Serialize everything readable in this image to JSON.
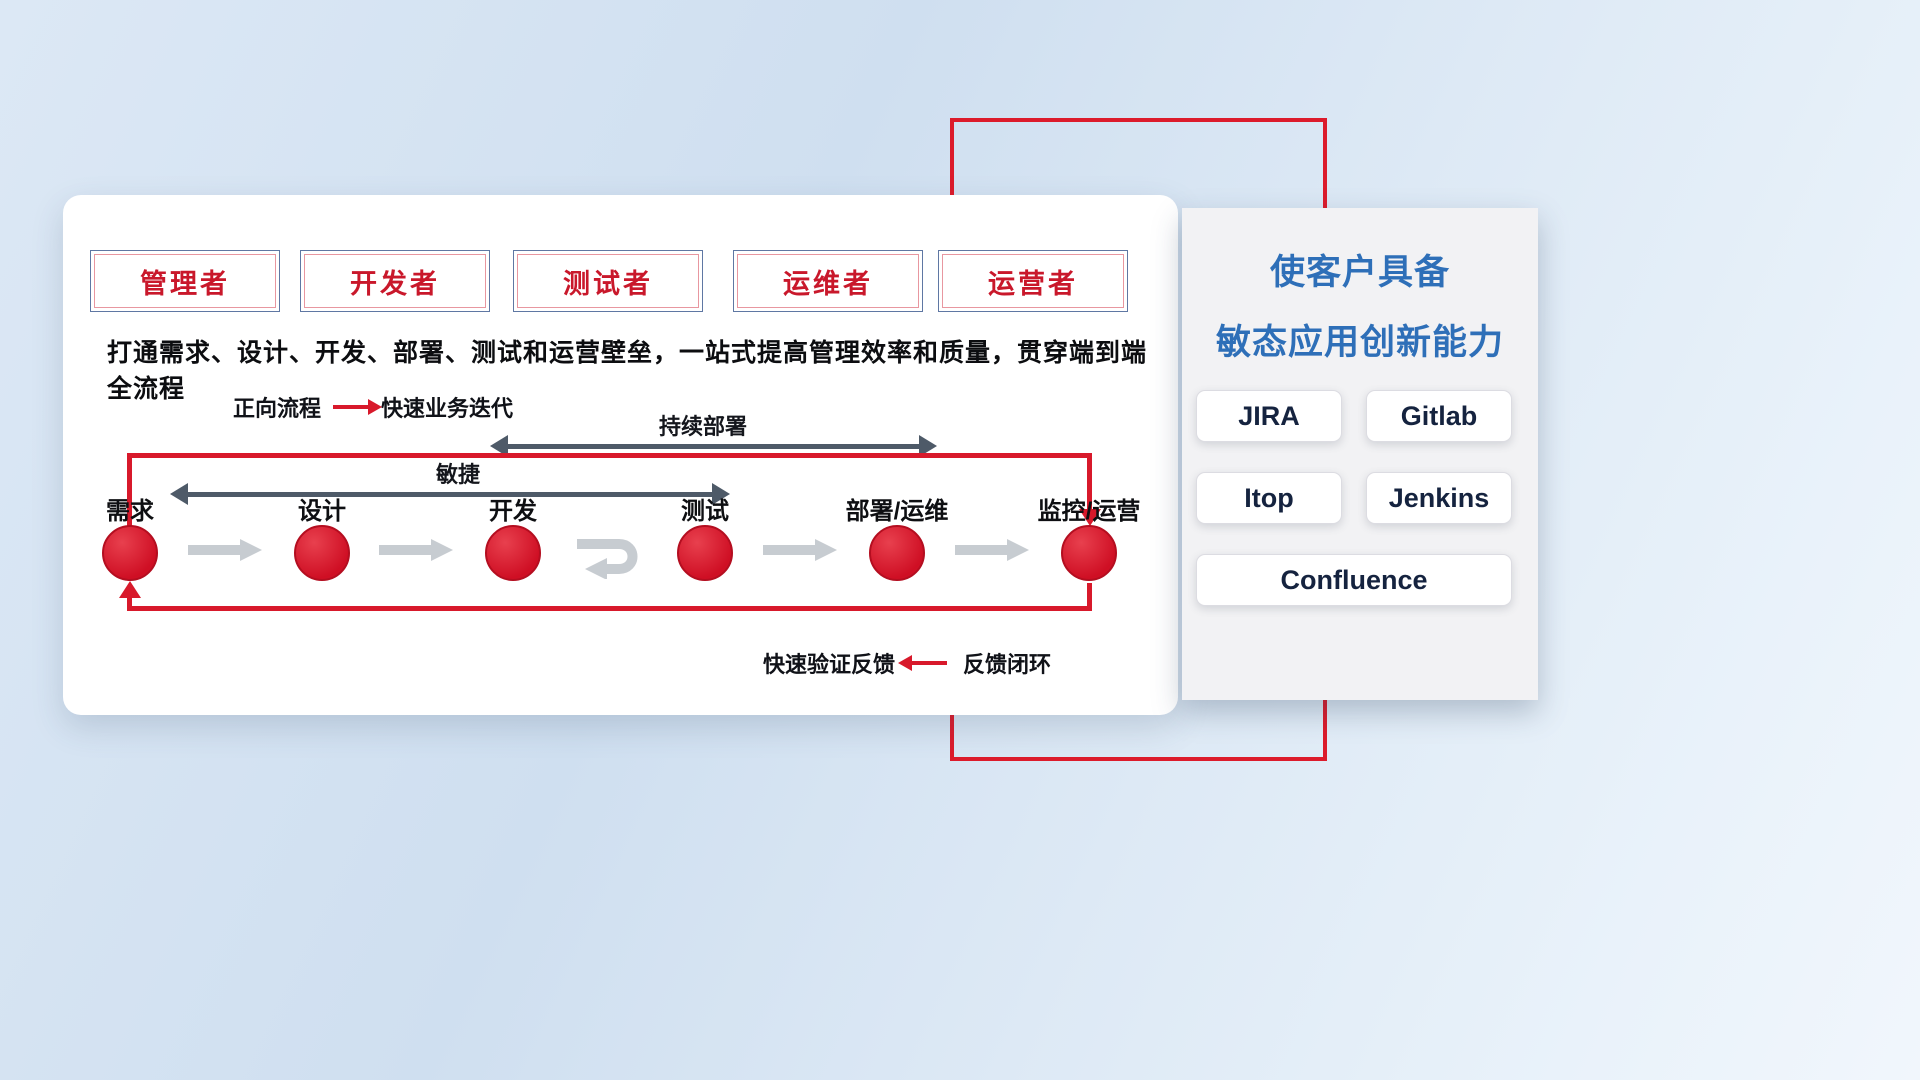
{
  "card": {
    "roles": [
      "管理者",
      "开发者",
      "测试者",
      "运维者",
      "运营者"
    ],
    "subtitle": "打通需求、设计、开发、部署、测试和运营壁垒，一站式提高管理效率和质量，贯穿端到端全流程",
    "legend": {
      "label": "正向流程",
      "desc": "快速业务迭代"
    },
    "continuous_deploy_label": "持续部署",
    "agile_label": "敏捷",
    "nodes": [
      "需求",
      "设计",
      "开发",
      "测试",
      "部署/运维",
      "监控/运营"
    ],
    "feedback": {
      "fast_label": "快速验证反馈",
      "loop_label": "反馈闭环"
    }
  },
  "panel": {
    "title_line1": "使客户具备",
    "title_line2": "敏态应用创新能力",
    "tools": [
      "JIRA",
      "Gitlab",
      "Itop",
      "Jenkins",
      "Confluence"
    ]
  },
  "colors": {
    "accent_red": "#d8192b",
    "title_blue": "#2e6fb8",
    "dark_arrow": "#4e5a68",
    "gray_arrow": "#c7ccd1",
    "role_text_red": "#c9182b"
  }
}
